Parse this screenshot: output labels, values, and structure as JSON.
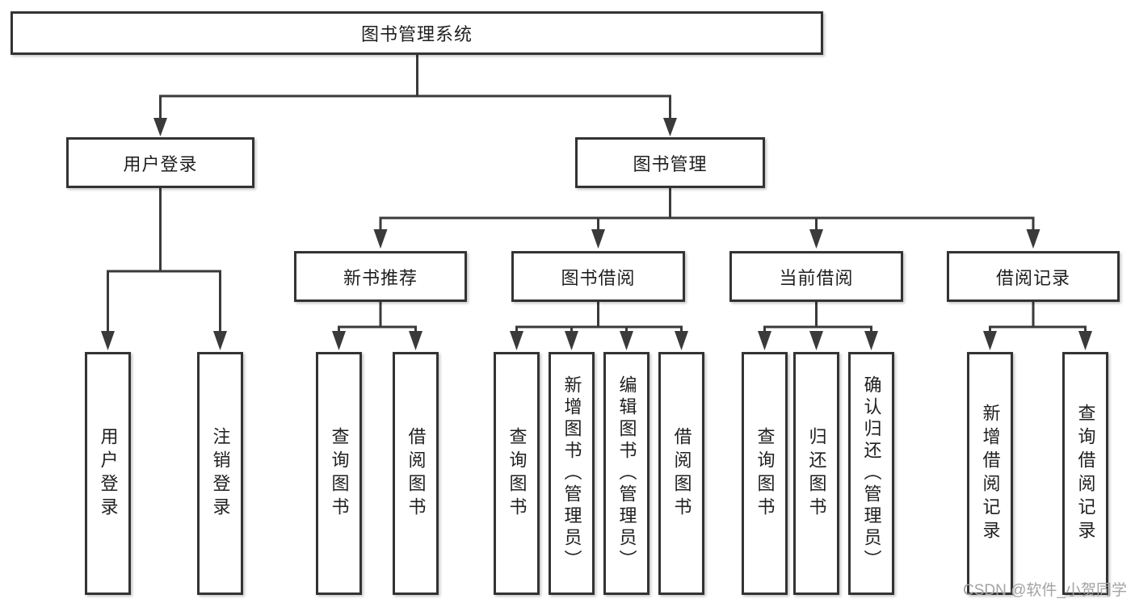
{
  "diagram": {
    "kind": "functional-structure-tree",
    "colors": {
      "line": "#3a3a3a",
      "box_border": "#333333",
      "text": "#1f1f1f",
      "background": "#ffffff",
      "watermark": "#a3a3a3"
    },
    "tree": {
      "root": {
        "label": "图书管理系统",
        "children": [
          {
            "label": "用户登录",
            "children": [
              {
                "label": "用户登录"
              },
              {
                "label": "注销登录"
              }
            ]
          },
          {
            "label": "图书管理",
            "children": [
              {
                "label": "新书推荐",
                "children": [
                  {
                    "label": "查询图书"
                  },
                  {
                    "label": "借阅图书"
                  }
                ]
              },
              {
                "label": "图书借阅",
                "children": [
                  {
                    "label": "查询图书"
                  },
                  {
                    "label": "新增图书（管理员）"
                  },
                  {
                    "label": "编辑图书（管理员）"
                  },
                  {
                    "label": "借阅图书"
                  }
                ]
              },
              {
                "label": "当前借阅",
                "children": [
                  {
                    "label": "查询图书"
                  },
                  {
                    "label": "归还图书"
                  },
                  {
                    "label": "确认归还（管理员）"
                  }
                ]
              },
              {
                "label": "借阅记录",
                "children": [
                  {
                    "label": "新增借阅记录"
                  },
                  {
                    "label": "查询借阅记录"
                  }
                ]
              }
            ]
          }
        ]
      }
    },
    "watermark": {
      "text": "CSDN @软件_小贺同学"
    }
  }
}
